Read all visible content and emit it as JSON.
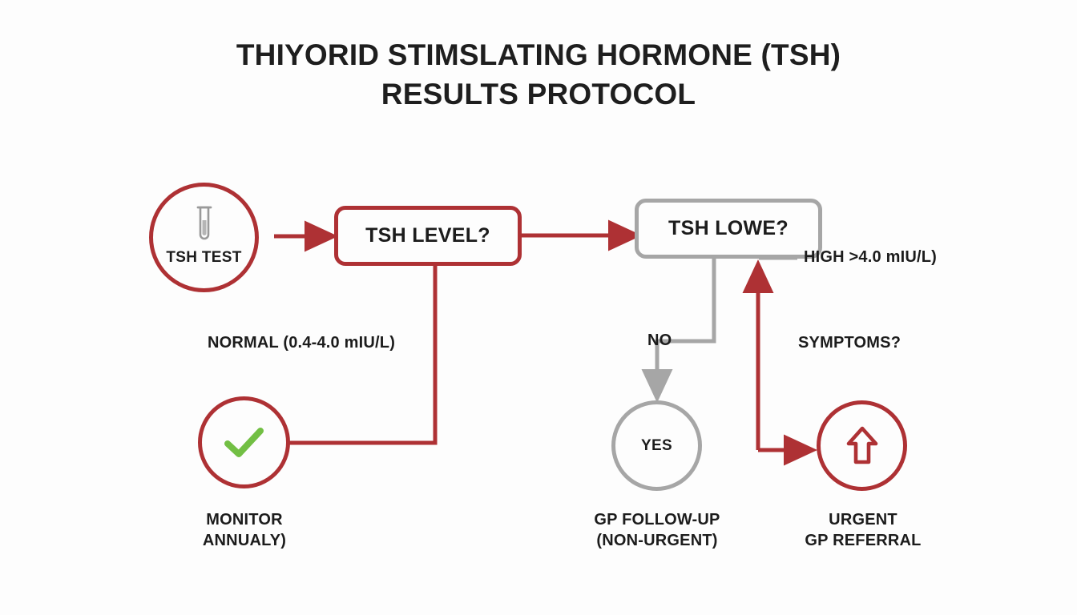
{
  "page": {
    "title_line1": "THIYORID STIMSLATING HORMONE (TSH)",
    "title_line2": "RESULTS PROTOCOL",
    "background_color": "#fdfdfd"
  },
  "colors": {
    "red": "#ae3134",
    "gray": "#a6a6a6",
    "green": "#72bf44",
    "text": "#1c1c1c",
    "tube_gray": "#9a9a9a"
  },
  "nodes": {
    "tsh_test": {
      "label": "TSH TEST",
      "icon": "test-tube-icon",
      "border_color": "#ae3134",
      "shape": "circle"
    },
    "tsh_level": {
      "label": "TSH LEVEL?",
      "border_color": "#ae3134",
      "shape": "rounded-box"
    },
    "tsh_lowe": {
      "label": "TSH LOWE?",
      "border_color": "#a6a6a6",
      "shape": "rounded-box"
    },
    "monitor": {
      "inner_label": "",
      "icon": "check-icon",
      "border_color": "#ae3134",
      "caption": "MONITOR\nANNUALY)",
      "shape": "circle"
    },
    "gp_followup": {
      "inner_label": "YES",
      "border_color": "#a6a6a6",
      "caption": "GP FOLLOW-UP\n(NON-URGENT)",
      "shape": "circle"
    },
    "urgent": {
      "inner_label": "",
      "icon": "arrow-up-icon",
      "border_color": "#ae3134",
      "caption": "URGENT\nGP REFERRAL",
      "shape": "circle"
    }
  },
  "edge_labels": {
    "normal": "NORMAL (0.4-4.0 mIU/L)",
    "high": "HIGH >4.0 mIU/L)",
    "no": "NO",
    "symptoms": "SYMPTOMS?"
  },
  "chart_data": {
    "type": "diagram",
    "title": "THIYORID STIMSLATING HORMONE (TSH) RESULTS PROTOCOL",
    "nodes": [
      {
        "id": "tsh_test",
        "text": "TSH TEST",
        "shape": "circle",
        "color": "#ae3134"
      },
      {
        "id": "tsh_level",
        "text": "TSH LEVEL?",
        "shape": "rounded-box",
        "color": "#ae3134"
      },
      {
        "id": "tsh_lowe",
        "text": "TSH LOWE?",
        "shape": "rounded-box",
        "color": "#a6a6a6"
      },
      {
        "id": "monitor",
        "text": "MONITOR ANNUALY)",
        "shape": "circle",
        "color": "#ae3134"
      },
      {
        "id": "gp_followup",
        "text": "GP FOLLOW-UP (NON-URGENT)",
        "shape": "circle",
        "color": "#a6a6a6"
      },
      {
        "id": "urgent",
        "text": "URGENT GP REFERRAL",
        "shape": "circle",
        "color": "#ae3134"
      }
    ],
    "edges": [
      {
        "from": "tsh_test",
        "to": "tsh_level",
        "label": "",
        "color": "#ae3134"
      },
      {
        "from": "tsh_level",
        "to": "tsh_lowe",
        "label": "HIGH >4.0 mIU/L)",
        "color": "#ae3134"
      },
      {
        "from": "tsh_level",
        "to": "monitor",
        "label": "NORMAL (0.4-4.0 mIU/L)",
        "color": "#ae3134"
      },
      {
        "from": "tsh_lowe",
        "to": "gp_followup",
        "label": "NO",
        "color": "#a6a6a6"
      },
      {
        "from": "tsh_lowe",
        "to": "urgent",
        "label": "SYMPTOMS?",
        "color": "#ae3134"
      }
    ]
  }
}
